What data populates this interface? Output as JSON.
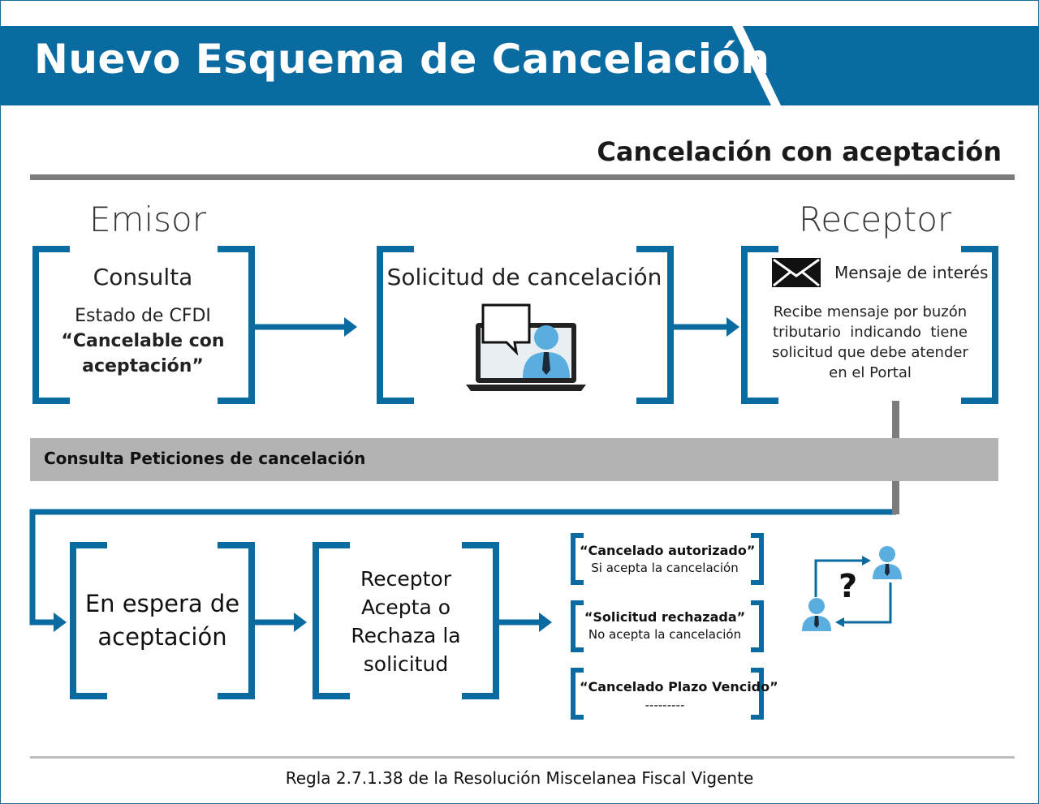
{
  "header": {
    "title": "Nuevo Esquema de Cancelación"
  },
  "subtitle": "Cancelación con aceptación",
  "roles": {
    "emisor": "Emisor",
    "receptor": "Receptor"
  },
  "box_consulta": {
    "title": "Consulta",
    "line1": "Estado de CFDI",
    "line2": "“Cancelable con",
    "line3": "aceptación”"
  },
  "box_solicitud": {
    "title": "Solicitud de cancelación"
  },
  "box_mensaje": {
    "title": "Mensaje de interés",
    "lines": [
      "Recibe mensaje por buzón",
      "tributario  indicando  tiene",
      "solicitud que debe atender",
      "en el Portal"
    ]
  },
  "gray_bar": {
    "label": "Consulta Peticiones de cancelación"
  },
  "box_espera": {
    "lines": [
      "En espera de",
      "aceptación"
    ]
  },
  "box_acepta": {
    "lines": [
      "Receptor",
      "Acepta o",
      "Rechaza la",
      "solicitud"
    ]
  },
  "statuses": [
    {
      "title": "“Cancelado autorizado”",
      "sub": "Si acepta la cancelación"
    },
    {
      "title": "“Solicitud rechazada”",
      "sub": "No acepta la cancelación"
    },
    {
      "title": "“Cancelado Plazo Vencido”",
      "sub": "---------"
    }
  ],
  "question_mark": "?",
  "footer": "Regla 2.7.1.38 de la Resolución Miscelanea Fiscal Vigente",
  "colors": {
    "primary_blue": "#0a6ba1",
    "avatar_blue": "#5aaedf",
    "gray_bar": "#b3b3b3",
    "rule_gray": "#7c7c7c",
    "dark": "#1a1a1a"
  },
  "icons": [
    "envelope-icon",
    "laptop-icon",
    "chat-bubble-icon",
    "user-icon",
    "question-icon"
  ]
}
